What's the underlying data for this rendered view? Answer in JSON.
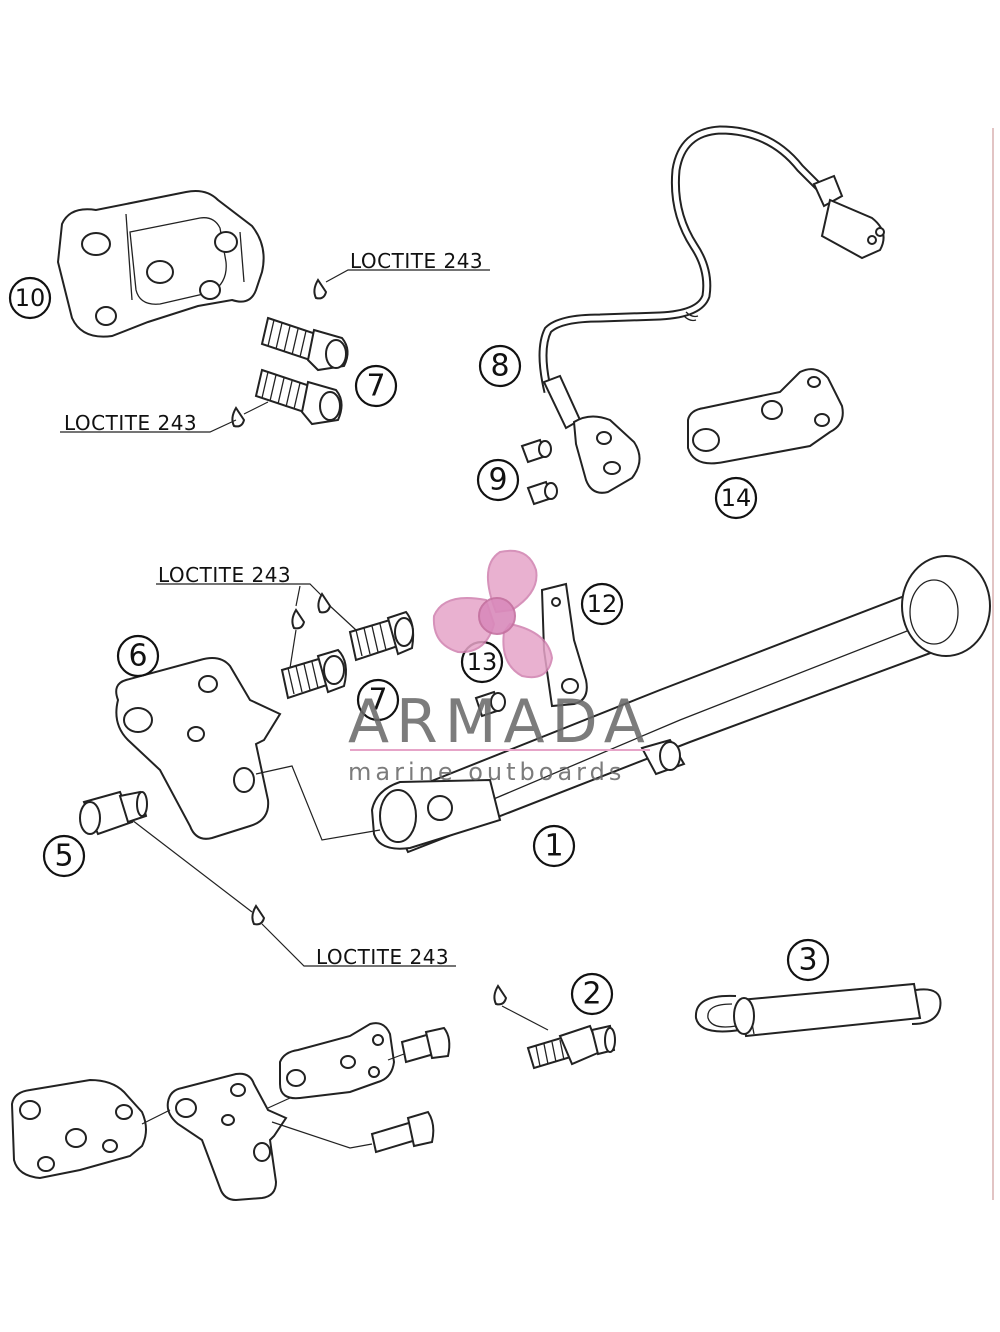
{
  "diagram": {
    "callouts": {
      "c1": "1",
      "c2": "2",
      "c3": "3",
      "c5": "5",
      "c6": "6",
      "c7a": "7",
      "c7b": "7",
      "c8": "8",
      "c9": "9",
      "c10": "10",
      "c12": "12",
      "c13": "13",
      "c14": "14"
    },
    "annotations": {
      "loctite_1": "LOCTITE 243",
      "loctite_2": "LOCTITE 243",
      "loctite_3": "LOCTITE 243",
      "loctite_4": "LOCTITE 243"
    }
  },
  "watermark": {
    "brand": "ARMADA",
    "tagline": "marine outboards",
    "accent_color": "#e6a4c8"
  }
}
